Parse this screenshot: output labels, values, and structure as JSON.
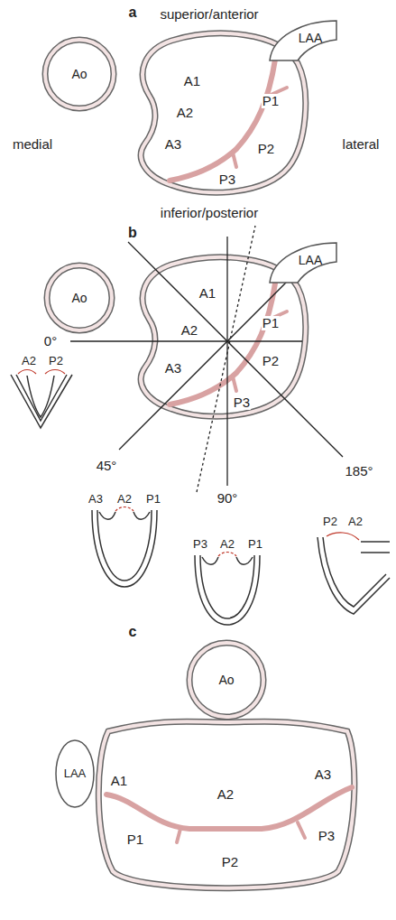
{
  "diagram": {
    "nodes": [
      {
        "text": [
          "Ao"
        ]
      },
      {
        "text": [
          "LAA"
        ]
      },
      {
        "text": [
          "Ao"
        ]
      },
      {
        "text": [
          "LAA"
        ]
      },
      {
        "text": [
          "Ao"
        ]
      },
      {
        "text": [
          "LAA"
        ]
      }
    ],
    "labels": [
      "a",
      "superior/anterior",
      "medial",
      "lateral",
      "A1",
      "A2",
      "A3",
      "P1",
      "P2",
      "P3",
      "inferior/posterior",
      "b",
      "A1",
      "A2",
      "A3",
      "P1",
      "P2",
      "P3",
      "0°",
      "45°",
      "90°",
      "185°",
      "A2",
      "P2",
      "A3",
      "A2",
      "P1",
      "P3",
      "A2",
      "P1",
      "P2",
      "A2",
      "c",
      "A1",
      "A2",
      "A3",
      "P1",
      "P2",
      "P3"
    ]
  }
}
